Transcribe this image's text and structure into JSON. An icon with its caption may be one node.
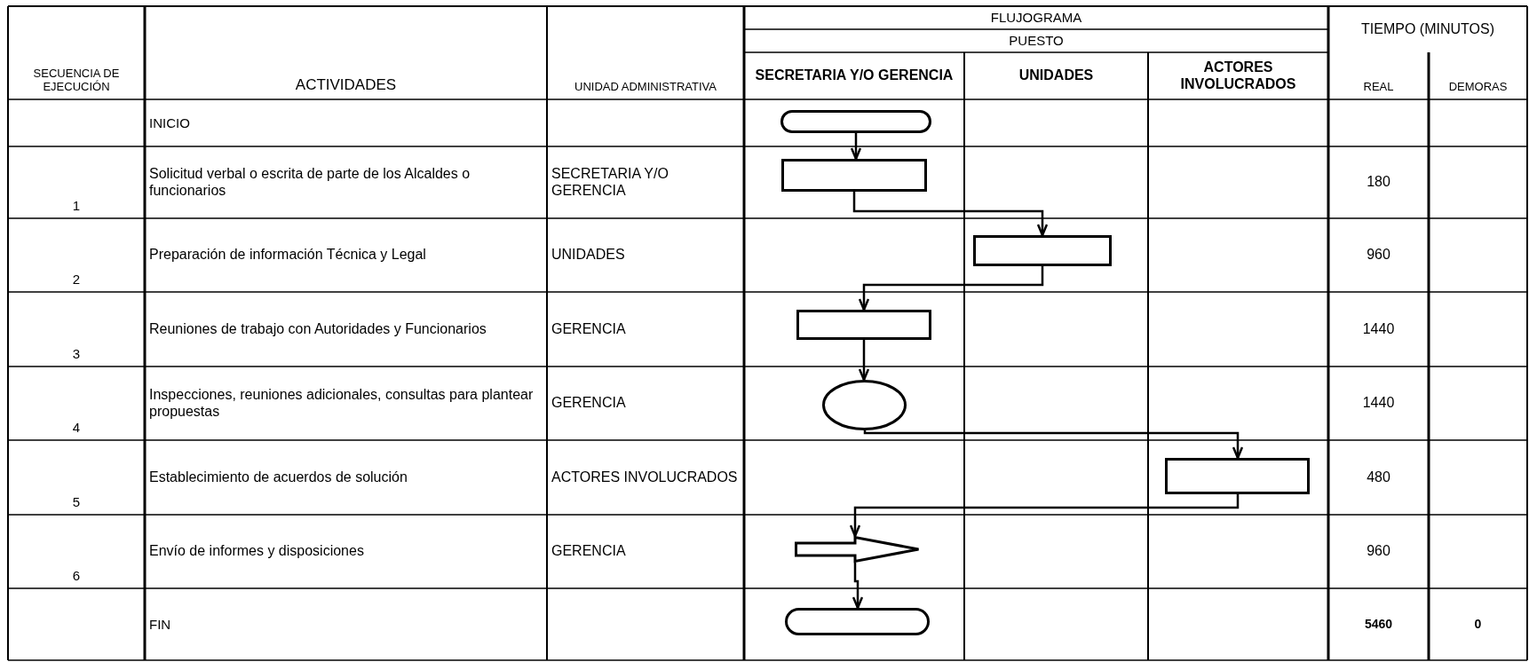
{
  "diagram": {
    "nodes": [
      {
        "text": [],
        "shape": "oval"
      },
      {
        "text": [],
        "shape": "box"
      },
      {
        "text": [],
        "shape": "box"
      },
      {
        "text": [],
        "shape": "box"
      },
      {
        "text": [],
        "shape": "circle"
      },
      {
        "text": [],
        "shape": "box"
      },
      {
        "text": [],
        "shape": "arrow"
      },
      {
        "text": [],
        "shape": "oval"
      }
    ],
    "edges": [
      {
        "from": 0,
        "to": 1,
        "arrow": "to"
      },
      {
        "from": 1,
        "to": 2,
        "arrow": "to"
      },
      {
        "from": 2,
        "to": 3,
        "arrow": "to"
      },
      {
        "from": 3,
        "to": 4,
        "arrow": "to"
      },
      {
        "from": 4,
        "to": 5,
        "arrow": "to"
      },
      {
        "from": 5,
        "to": 6,
        "arrow": "to"
      },
      {
        "from": 6,
        "to": 7,
        "arrow": "to"
      }
    ],
    "labels": [
      "SECUENCIA DE EJECUCIÓN",
      "ACTIVIDADES",
      "UNIDAD ADMINISTRATIVA",
      "FLUJOGRAMA",
      "TIEMPO (MINUTOS)",
      "PUESTO",
      "SECRETARIA Y/O GERENCIA",
      "UNIDADES",
      "ACTORES INVOLUCRADOS",
      "REAL",
      "DEMORAS",
      "INICIO",
      "1",
      "Solicitud verbal o escrita de parte de los Alcaldes o funcionarios",
      "SECRETARIA Y/O GERENCIA",
      "180",
      "2",
      "Preparación de información Técnica y Legal",
      "UNIDADES",
      "960",
      "3",
      "Reuniones de trabajo con Autoridades y Funcionarios",
      "GERENCIA",
      "1440",
      "4",
      "Inspecciones, reuniones adicionales, consultas para plantear propuestas",
      "GERENCIA",
      "1440",
      "5",
      "Establecimiento de acuerdos de solución",
      "ACTORES INVOLUCRADOS",
      "480",
      "6",
      "Envío de informes y disposiciones",
      "GERENCIA",
      "960",
      "FIN",
      "5460",
      "0"
    ]
  }
}
